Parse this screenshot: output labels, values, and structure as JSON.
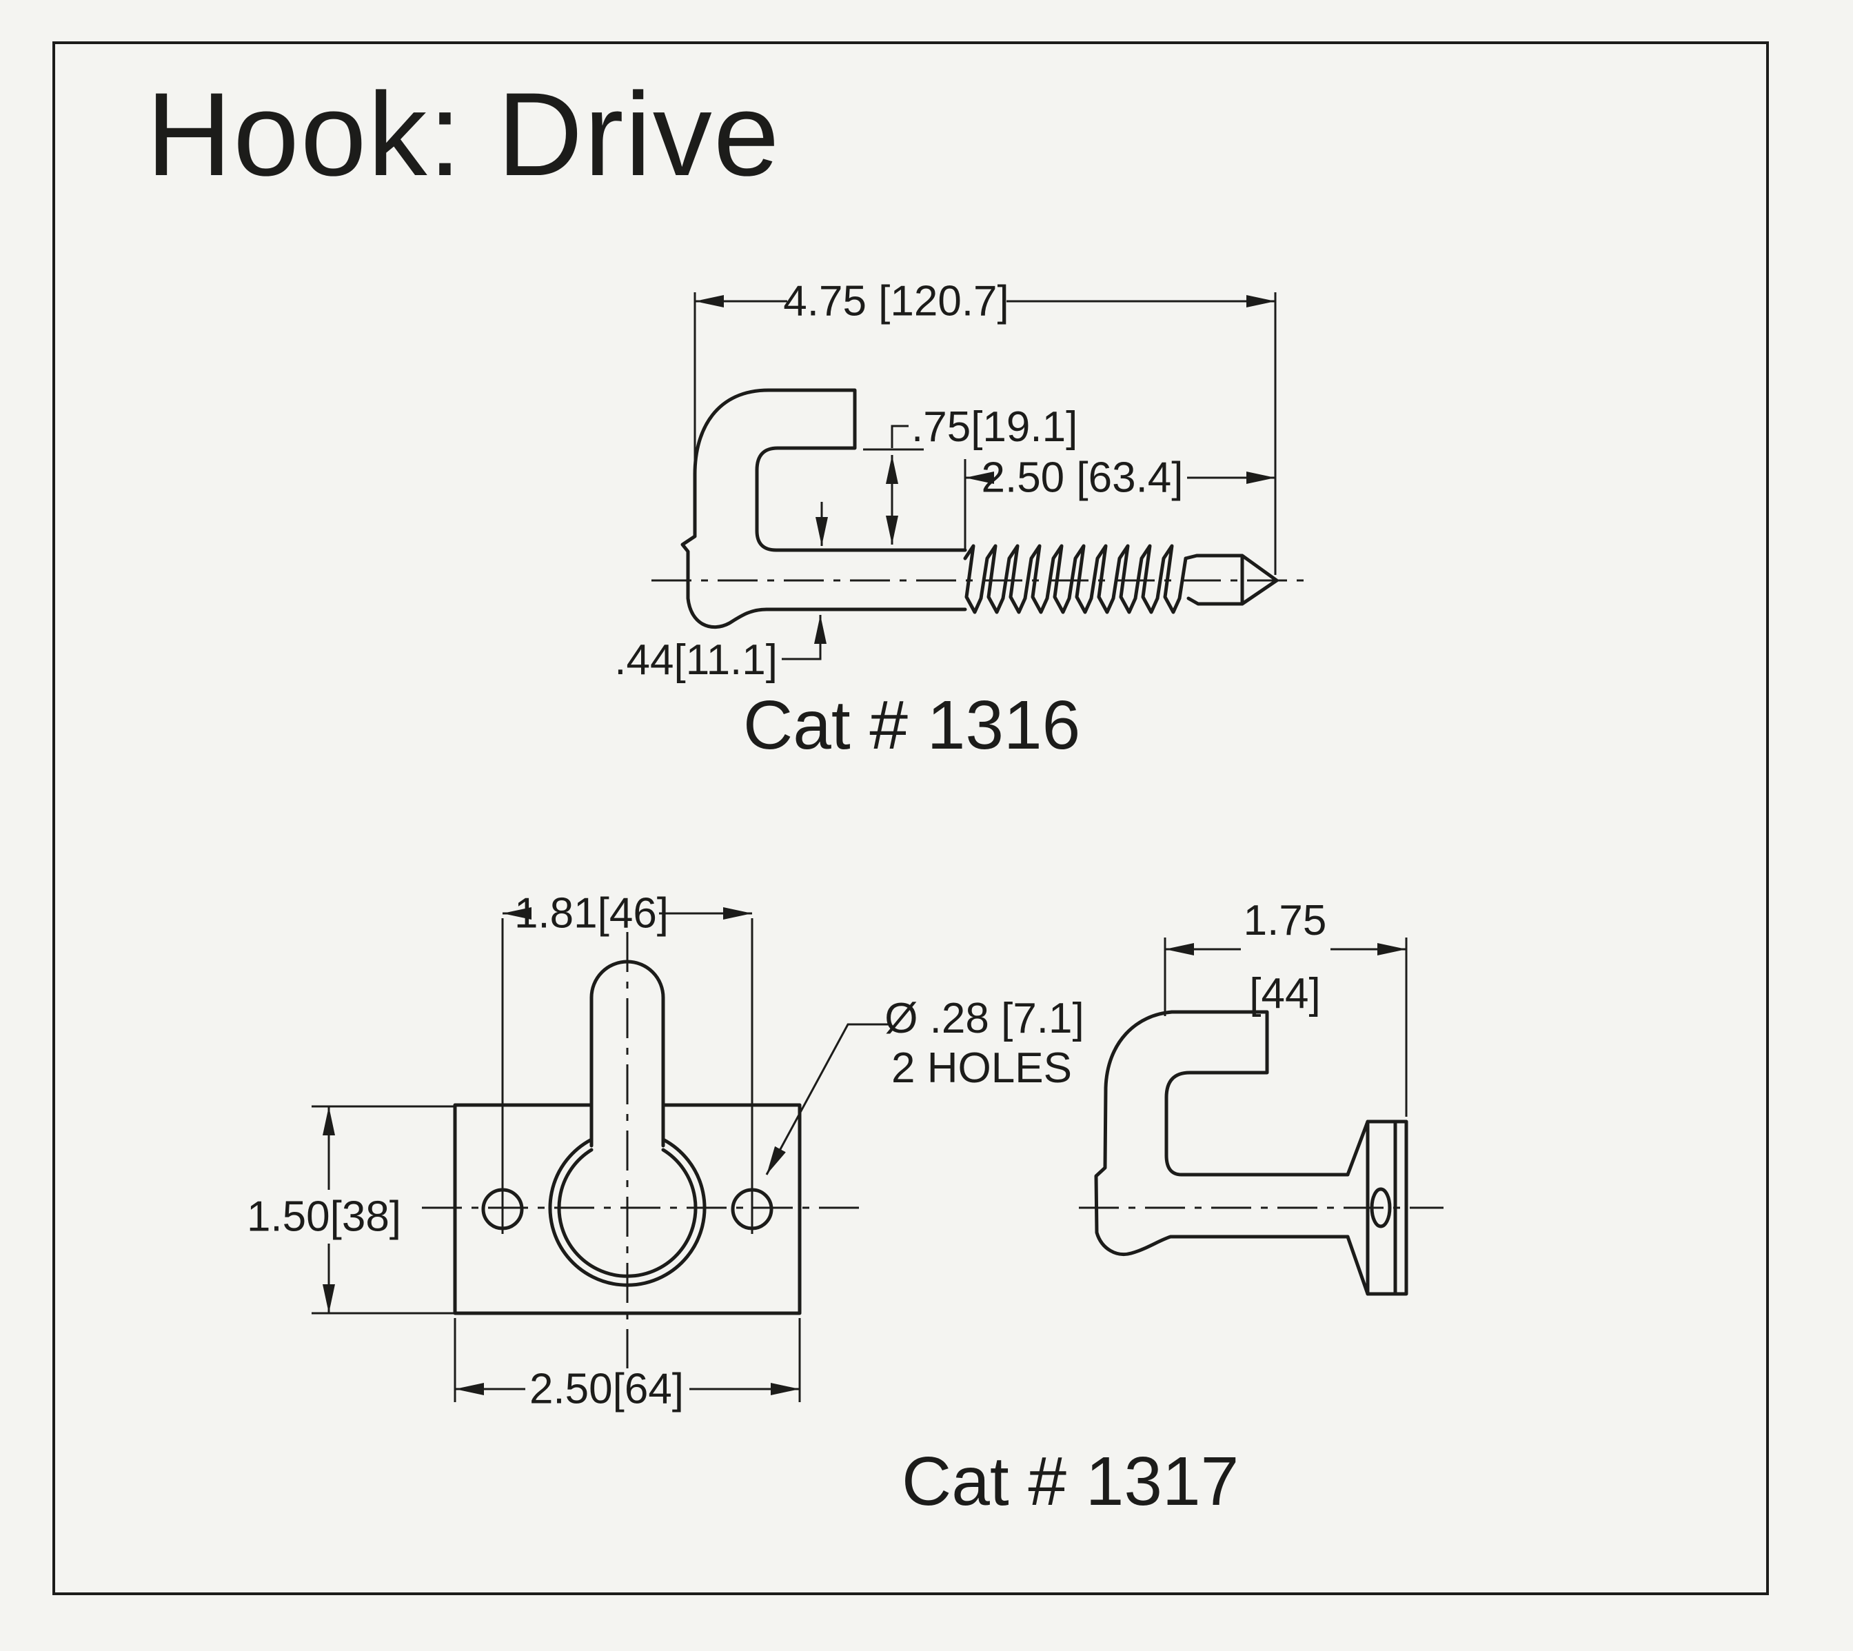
{
  "page": {
    "title": "Hook: Drive",
    "paper_color": "#f4f4f1",
    "ink_color": "#1c1c1a"
  },
  "views": {
    "hook_1316": {
      "catalog_label": "Cat # 1316",
      "dim_overall_length": "4.75 [120.7]",
      "dim_opening": ".75[19.1]",
      "dim_thread_length": "2.50 [63.4]",
      "dim_shank_diameter": ".44[11.1]"
    },
    "hook_1317": {
      "catalog_label": "Cat # 1317",
      "dim_hole_spacing": "1.81[46]",
      "dim_hole_note_line1": "Ø .28 [7.1]",
      "dim_hole_note_line2": "2 HOLES",
      "dim_plate_height": "1.50[38]",
      "dim_plate_width": "2.50[64]",
      "dim_projection_inch": "1.75",
      "dim_projection_metric": "[44]"
    }
  }
}
